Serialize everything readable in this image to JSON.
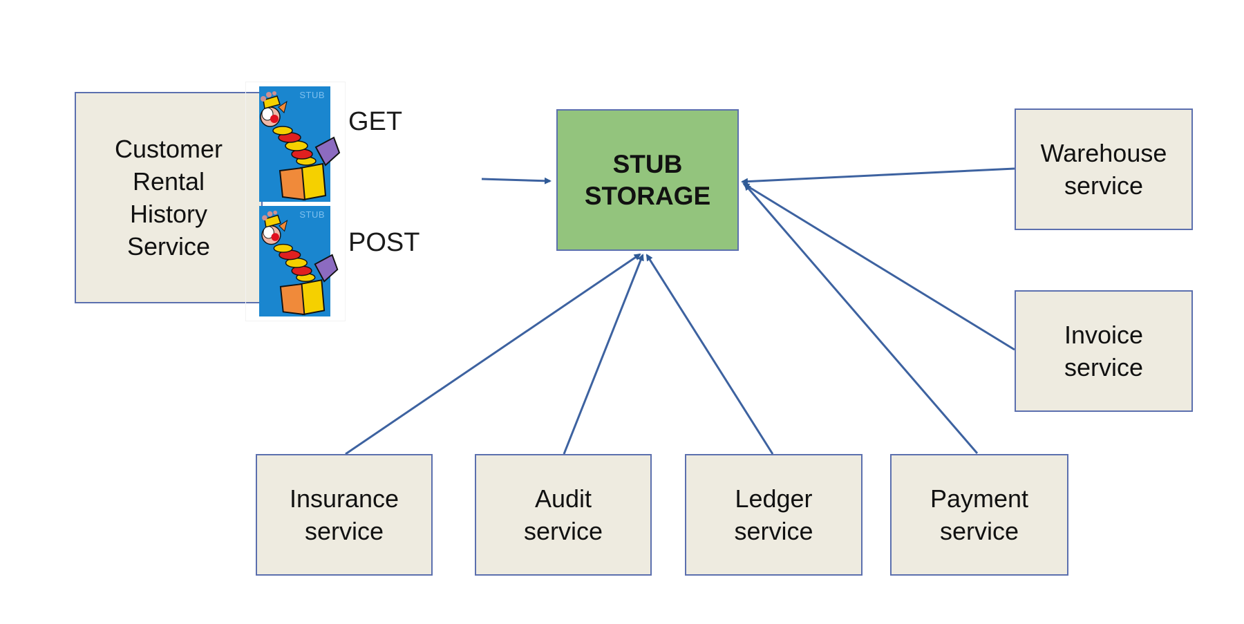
{
  "diagram": {
    "client": {
      "label": "Customer\nRental\nHistory\nService"
    },
    "stub_tiles": [
      {
        "tag": "STUB",
        "icon": "jack-in-the-box-clown-icon",
        "method": "GET"
      },
      {
        "tag": "STUB",
        "icon": "jack-in-the-box-clown-icon",
        "method": "POST"
      }
    ],
    "hub": {
      "label": "STUB\nSTORAGE",
      "fill": "#93c47d"
    },
    "services": [
      {
        "id": "warehouse",
        "label": "Warehouse\nservice"
      },
      {
        "id": "invoice",
        "label": "Invoice\nservice"
      },
      {
        "id": "insurance",
        "label": "Insurance\nservice"
      },
      {
        "id": "audit",
        "label": "Audit\nservice"
      },
      {
        "id": "ledger",
        "label": "Ledger\nservice"
      },
      {
        "id": "payment",
        "label": "Payment\nservice"
      }
    ],
    "edges": [
      {
        "from": "stubs",
        "to": "hub"
      },
      {
        "from": "warehouse",
        "to": "hub"
      },
      {
        "from": "invoice",
        "to": "hub"
      },
      {
        "from": "payment",
        "to": "hub"
      },
      {
        "from": "insurance",
        "to": "hub"
      },
      {
        "from": "audit",
        "to": "hub"
      },
      {
        "from": "ledger",
        "to": "hub"
      }
    ],
    "colors": {
      "box_fill": "#eeebe0",
      "border": "#5b6fae",
      "arrow": "#3d62a0",
      "stub_tile": "#1a86cf"
    }
  }
}
